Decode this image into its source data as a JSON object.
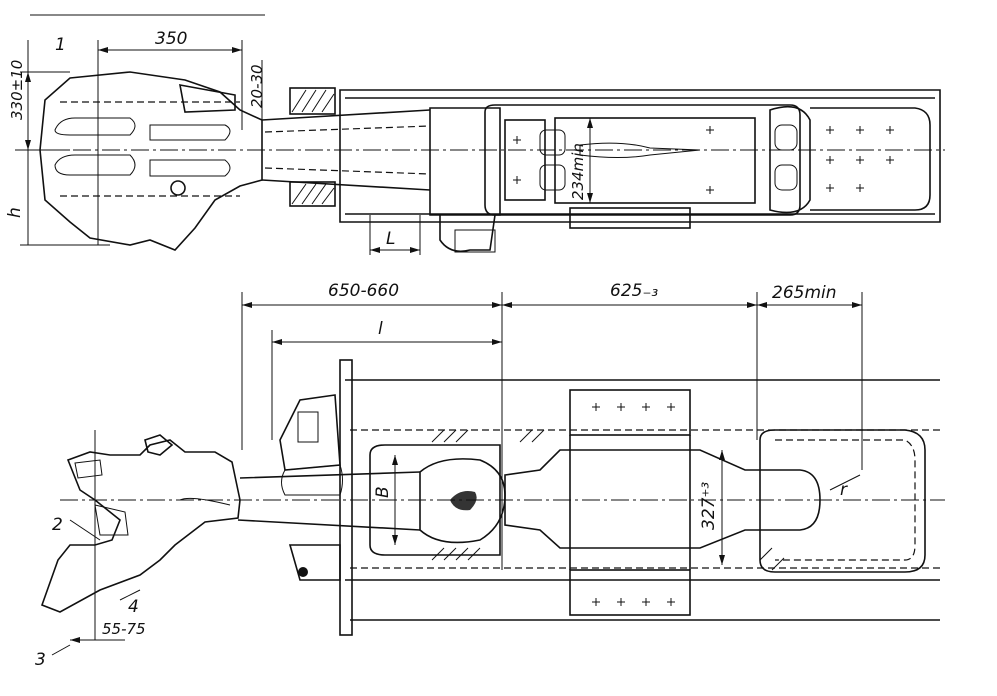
{
  "labels": {
    "top_view": {
      "dim_350": "350",
      "dim_330": "330±10",
      "dim_20_30": "20-30",
      "dim_234": "234min",
      "dim_L": "L",
      "dim_h": "h",
      "callout_1": "1"
    },
    "bottom_view": {
      "dim_650_660": "650-660",
      "dim_625": "625₋₃",
      "dim_265": "265min",
      "dim_l": "l",
      "dim_B": "B",
      "dim_327": "327⁺³",
      "dim_r": "r",
      "dim_55_75": "55-75",
      "callout_2": "2",
      "callout_3": "3",
      "callout_4": "4"
    }
  }
}
